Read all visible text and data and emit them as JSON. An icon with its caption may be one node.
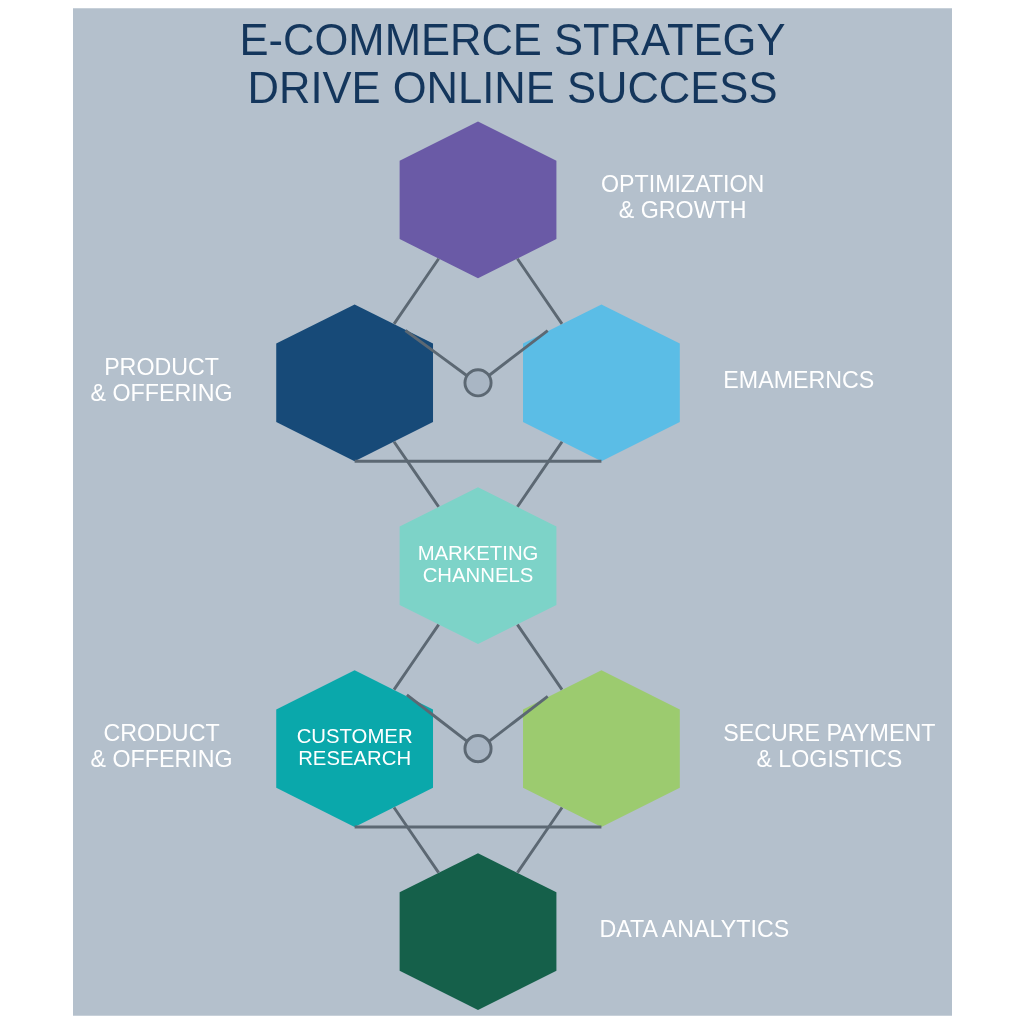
{
  "diagram": {
    "title": "E-COMMERCE STRATEGY",
    "caption": "DRIVE ONLINE SUCCESS",
    "nodes": [
      {
        "text": [],
        "shape": "hexagon",
        "beside": [
          "OPTIMIZATION & GROWTH"
        ]
      },
      {
        "text": [],
        "shape": "circle"
      },
      {
        "text": [],
        "shape": "hexagon",
        "beside": [
          "PRODUCT & OFFERING"
        ]
      },
      {
        "text": [],
        "shape": "hexagon",
        "beside": [
          "EMAMERNCS"
        ]
      },
      {
        "text": [
          "MARKETING CHANNELS"
        ]
      },
      {
        "text": [
          "CUSTOMER RESEARCH"
        ],
        "beside": [
          "CRODUCT & OFFERING"
        ]
      },
      {
        "text": [],
        "shape": "hexagon",
        "beside": [
          "SECURE PAYMENT & LOGISTICS"
        ]
      },
      {
        "text": [],
        "shape": "circle"
      },
      {
        "text": [],
        "shape": "hexagon",
        "beside": [
          "DATA ANALYTICS"
        ]
      }
    ],
    "edges": [
      {
        "from": 0,
        "to": 2,
        "arrow": "none"
      },
      {
        "from": 0,
        "to": 3,
        "arrow": "none"
      },
      {
        "from": 2,
        "to": 1,
        "arrow": "none"
      },
      {
        "from": 1,
        "to": 3,
        "arrow": "none"
      },
      {
        "from": 2,
        "to": 3,
        "arrow": "none"
      },
      {
        "from": 2,
        "to": 4,
        "arrow": "none"
      },
      {
        "from": 3,
        "to": 4,
        "arrow": "none"
      },
      {
        "from": 4,
        "to": 5,
        "arrow": "none"
      },
      {
        "from": 4,
        "to": 6,
        "arrow": "none"
      },
      {
        "from": 5,
        "to": 6,
        "arrow": "none"
      },
      {
        "from": 5,
        "to": 7,
        "arrow": "none"
      },
      {
        "from": 7,
        "to": 6,
        "arrow": "none"
      },
      {
        "from": 5,
        "to": 8,
        "arrow": "none"
      },
      {
        "from": 6,
        "to": 8,
        "arrow": "none"
      }
    ]
  }
}
